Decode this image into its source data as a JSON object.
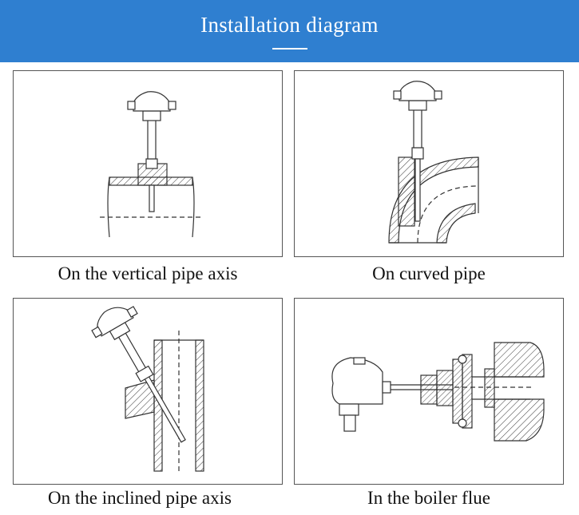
{
  "header": {
    "title": "Installation diagram"
  },
  "panels": [
    {
      "caption": "On the vertical pipe axis"
    },
    {
      "caption": "On curved pipe"
    },
    {
      "caption": "On the inclined pipe axis"
    },
    {
      "caption": "In the boiler flue"
    }
  ]
}
